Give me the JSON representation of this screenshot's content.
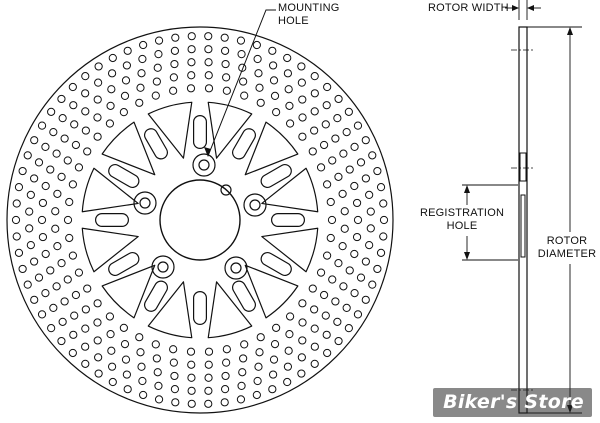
{
  "labels": {
    "mounting_hole": [
      "MOUNTING",
      "HOLE"
    ],
    "rotor_width": "ROTOR WIDTH",
    "registration_hole": [
      "REGISTRATION",
      "HOLE"
    ],
    "rotor_diameter": [
      "ROTOR",
      "DIAMETER"
    ]
  },
  "watermark": "Biker's Store",
  "colors": {
    "line": "#111111",
    "background": "#ffffff",
    "watermark_bg": "#3a3a3a",
    "watermark_text": "#ffffff"
  },
  "rotor": {
    "spoke_windows": 12,
    "mounting_holes": 5,
    "drill_hole_rows": 5
  }
}
